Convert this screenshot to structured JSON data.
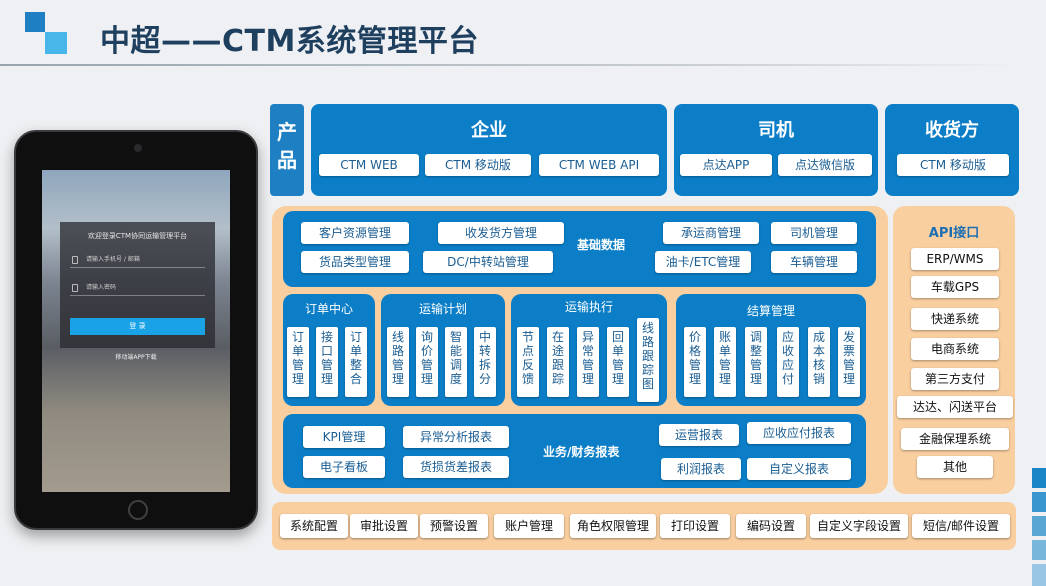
{
  "header": {
    "title": "中超——CTM系统管理平台"
  },
  "colors": {
    "brand_blue": "#0b7ec7",
    "frame_orange": "#f9cfa0",
    "title_navy": "#1f3f5f",
    "accent_cyan": "#19a3e6"
  },
  "tablet": {
    "login_title": "欢迎登录CTM协同运输管理平台",
    "phone_placeholder": "请输入手机号 / 邮箱",
    "password_placeholder": "请输入密码",
    "login_button": "登  录",
    "download_link": "移动端APP下载"
  },
  "products": {
    "label": "产品",
    "enterprise": {
      "title": "企业",
      "items": [
        "CTM WEB",
        "CTM 移动版",
        "CTM WEB API"
      ]
    },
    "driver": {
      "title": "司机",
      "items": [
        "点达APP",
        "点达微信版"
      ]
    },
    "consignee": {
      "title": "收货方",
      "items": [
        "CTM 移动版"
      ]
    }
  },
  "basic_data": {
    "label": "基础数据",
    "items": [
      "客户资源管理",
      "收发货方管理",
      "承运商管理",
      "司机管理",
      "货品类型管理",
      "DC/中转站管理",
      "油卡/ETC管理",
      "车辆管理"
    ]
  },
  "modules": [
    {
      "title": "订单中心",
      "items": [
        "订单管理",
        "接口管理",
        "订单整合"
      ]
    },
    {
      "title": "运输计划",
      "items": [
        "线路管理",
        "询价管理",
        "智能调度",
        "中转拆分"
      ]
    },
    {
      "title": "运输执行",
      "items": [
        "节点反馈",
        "在途跟踪",
        "异常管理",
        "回单管理",
        "线路跟踪图"
      ]
    },
    {
      "title": "结算管理",
      "items": [
        "价格管理",
        "账单管理",
        "调整管理",
        "应收应付",
        "成本核销",
        "发票管理"
      ]
    }
  ],
  "business": {
    "label": "业务/财务报表",
    "items": [
      "KPI管理",
      "异常分析报表",
      "运营报表",
      "应收应付报表",
      "电子看板",
      "货损货差报表",
      "利润报表",
      "自定义报表"
    ]
  },
  "api": {
    "title": "API接口",
    "items": [
      "ERP/WMS",
      "车载GPS",
      "快递系统",
      "电商系统",
      "第三方支付",
      "达达、闪送平台",
      "金融保理系统",
      "其他"
    ]
  },
  "settings": {
    "items": [
      "系统配置",
      "审批设置",
      "预警设置",
      "账户管理",
      "角色权限管理",
      "打印设置",
      "编码设置",
      "自定义字段设置",
      "短信/邮件设置"
    ]
  }
}
